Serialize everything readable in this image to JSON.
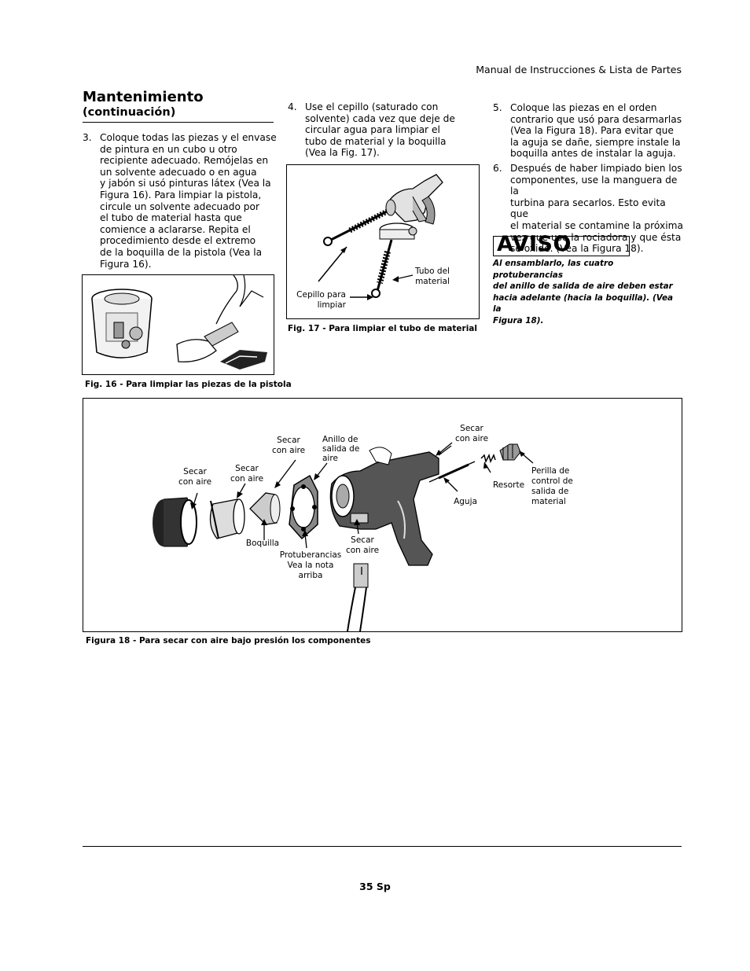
{
  "header": {
    "running_title": "Manual de Instrucciones & Lista de Partes"
  },
  "section": {
    "title": "Mantenimiento",
    "subtitle": "(continuación)"
  },
  "steps": {
    "step3": {
      "num": "3.",
      "lines": [
        "Coloque todas las piezas y el envase",
        "de pintura en un cubo u otro",
        "recipiente adecuado. Remójelas en",
        "un solvente adecuado o en agua",
        "y jabón si usó pinturas látex (Vea la",
        "Figura 16). Para limpiar la pistola,",
        "circule un solvente adecuado por",
        "el tubo de material hasta que",
        "comience a aclararse. Repita el",
        "procedimiento desde el extremo",
        "de la boquilla de la pistola (Vea la",
        "Figura 16)."
      ]
    },
    "step4": {
      "num": "4.",
      "lines": [
        "Use el cepillo (saturado con",
        "solvente) cada vez que deje de",
        "circular agua para limpiar el",
        "tubo de material y la boquilla",
        "(Vea la Fig. 17)."
      ]
    },
    "step5": {
      "num": "5.",
      "lines": [
        "Coloque las piezas en el orden",
        "contrario que usó para desarmarlas",
        "(Vea la Figura 18). Para evitar que",
        "la aguja se dañe, siempre instale la",
        "boquilla antes de instalar la aguja."
      ]
    },
    "step6": {
      "num": "6.",
      "lines": [
        "Después de haber limpiado bien los",
        "componentes, use la manguera de la",
        "turbina para secarlos. Esto evita que",
        "el material se contamine la próxima",
        "vez que use la rociadora y que ésta",
        "se oxide. (Vea la Figura 18)."
      ]
    }
  },
  "aviso": {
    "word": "AVISO",
    "lines": [
      "Al ensamblarlo, las cuatro protuberancias",
      "del anillo de salida de aire deben estar",
      "hacia adelante (hacia la boquilla). (Vea la",
      "Figura 18)."
    ]
  },
  "fig16": {
    "caption": "Fig. 16 - Para limpiar las piezas de la pistola"
  },
  "fig17": {
    "caption": "Fig. 17 - Para limpiar el tubo de material",
    "label_tube": [
      "Tubo del",
      "material"
    ],
    "label_brush": [
      "Cepillo para",
      "limpiar"
    ]
  },
  "fig18": {
    "caption": "Figura 18 - Para secar con aire bajo presión los componentes",
    "labels": {
      "secar1": [
        "Secar",
        "con aire"
      ],
      "secar2": [
        "Secar",
        "con aire"
      ],
      "secar3": [
        "Secar",
        "con aire"
      ],
      "anillo": [
        "Anillo de",
        "salida de",
        "aire"
      ],
      "secar_top": [
        "Secar",
        "con aire"
      ],
      "resorte": "Resorte",
      "aguja": "Aguja",
      "perilla": [
        "Perilla de",
        "control de",
        "salida de",
        "material"
      ],
      "boquilla": "Boquilla",
      "protuberancias": [
        "Protuberancias",
        "Vea la nota",
        "arriba"
      ],
      "secar_bottom": [
        "Secar",
        "con aire"
      ]
    }
  },
  "footer": {
    "page_number": "35 Sp"
  }
}
